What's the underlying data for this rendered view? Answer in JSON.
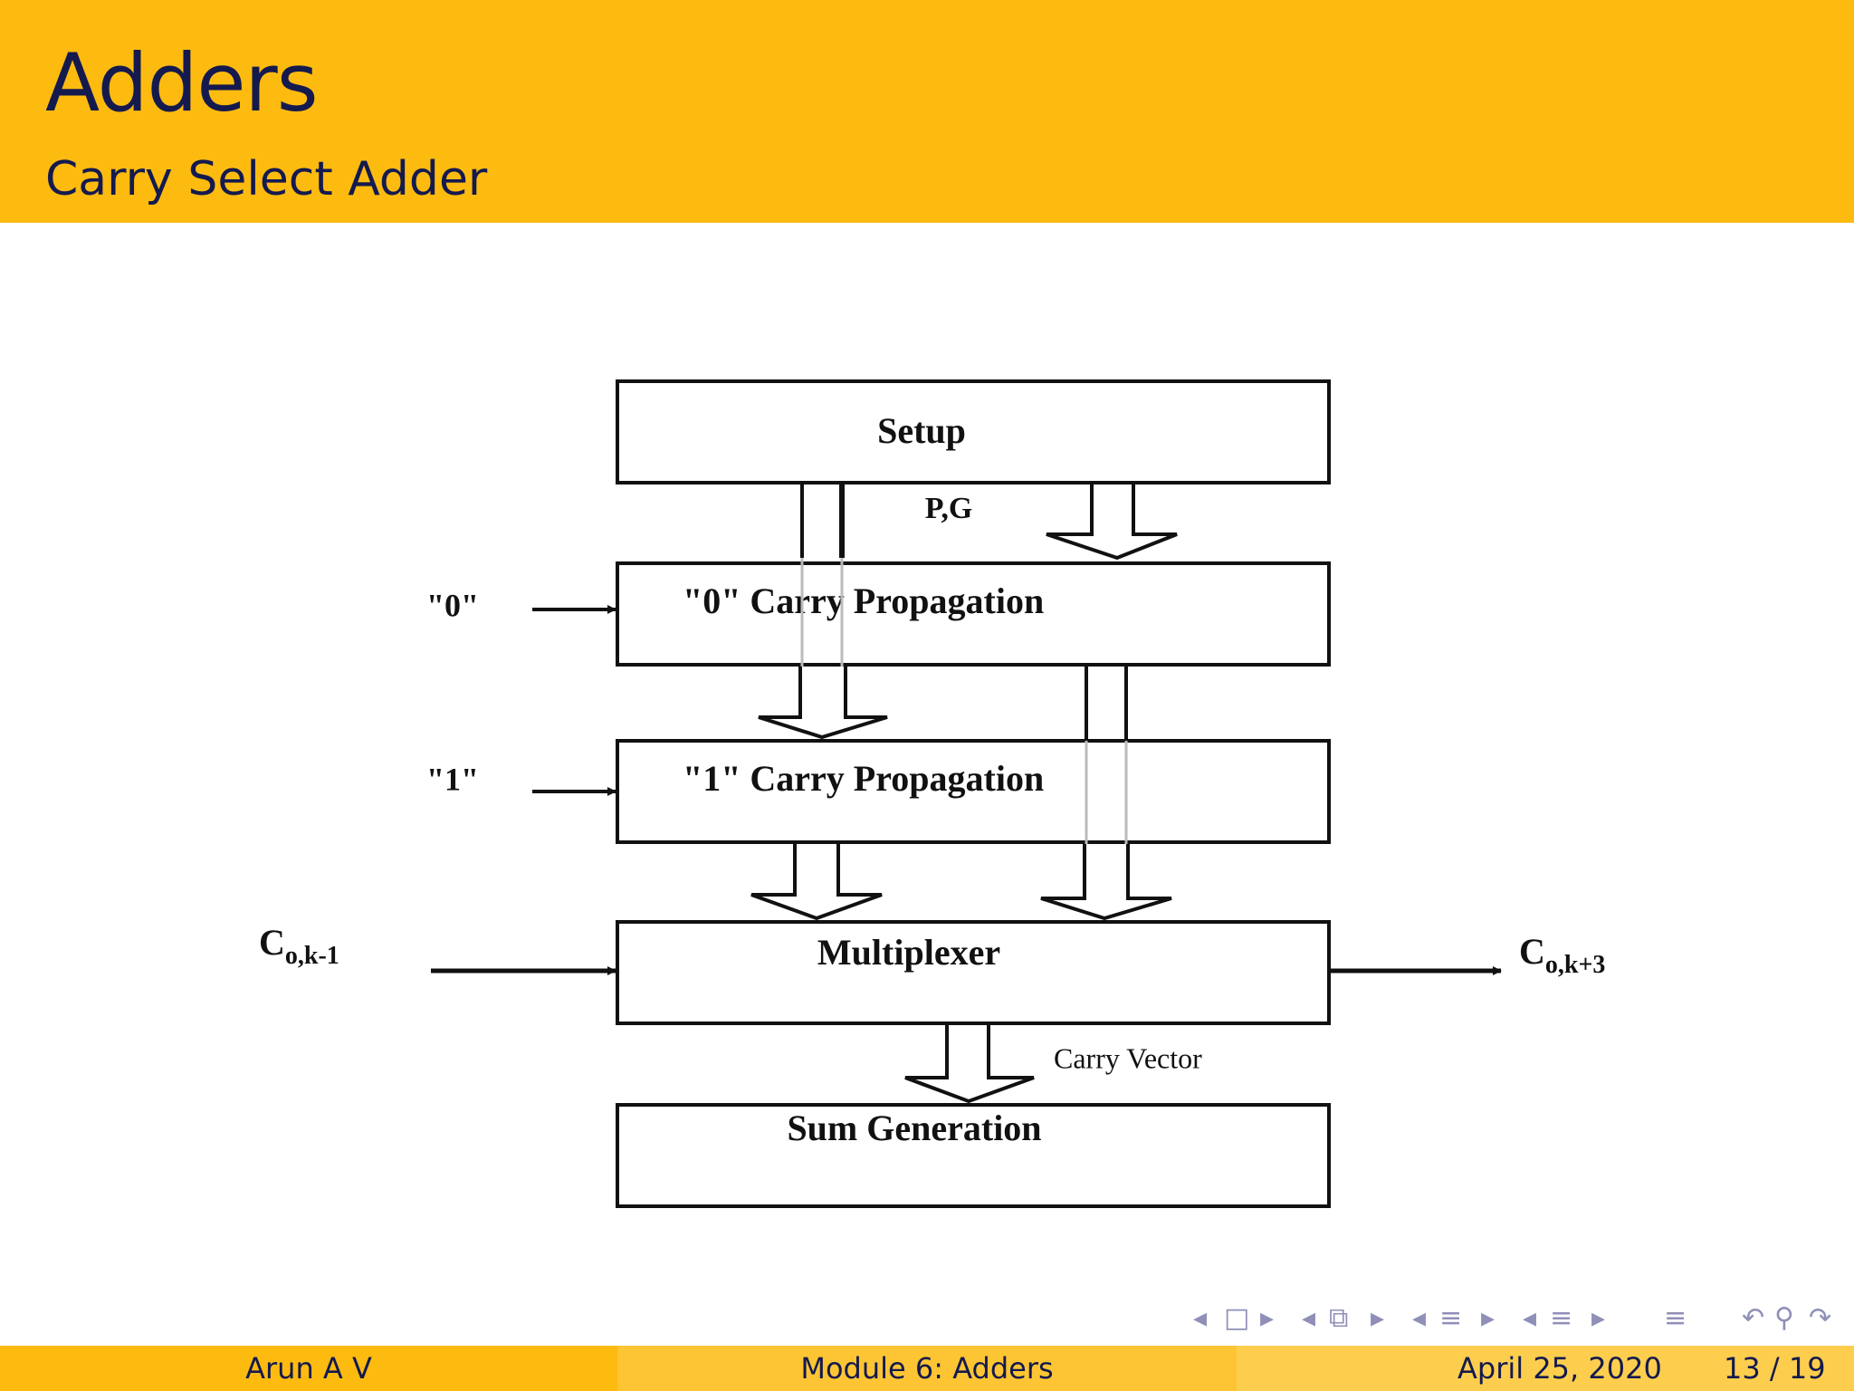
{
  "slide": {
    "title": "Adders",
    "subtitle": "Carry Select Adder"
  },
  "diagram": {
    "blocks": {
      "setup": "Setup",
      "carry0": "\"0\" Carry Propagation",
      "carry1": "\"1\" Carry Propagation",
      "mux": "Multiplexer",
      "sum": "Sum Generation"
    },
    "inputs": {
      "zero": "\"0\"",
      "one": "\"1\""
    },
    "labels": {
      "pg": "P,G",
      "carry_vector": "Carry Vector",
      "carry_in_base": "C",
      "carry_in_sub": "o,k-1",
      "carry_out_base": "C",
      "carry_out_sub": "o,k+3"
    }
  },
  "nav_icons": {
    "first": "◂",
    "frame": "□",
    "frame_next": "▸",
    "sub_prev": "◂",
    "subsection": "⧉",
    "sub_next": "▸",
    "sec_prev": "◂",
    "section": "≡",
    "sec_next": "▸",
    "part_prev": "◂",
    "part": "≡",
    "part_next": "▸",
    "toc": "≡",
    "back": "↶",
    "search": "⚲",
    "forward": "↷"
  },
  "footer": {
    "author": "Arun A V",
    "module": "Module 6: Adders",
    "date": "April 25, 2020",
    "page": "13 / 19"
  },
  "colors": {
    "accent": "#FDBB10",
    "navy": "#141A4E",
    "footer_left": "#FDBB10",
    "footer_mid": "#FDC533",
    "footer_right": "#FDCE4E"
  }
}
